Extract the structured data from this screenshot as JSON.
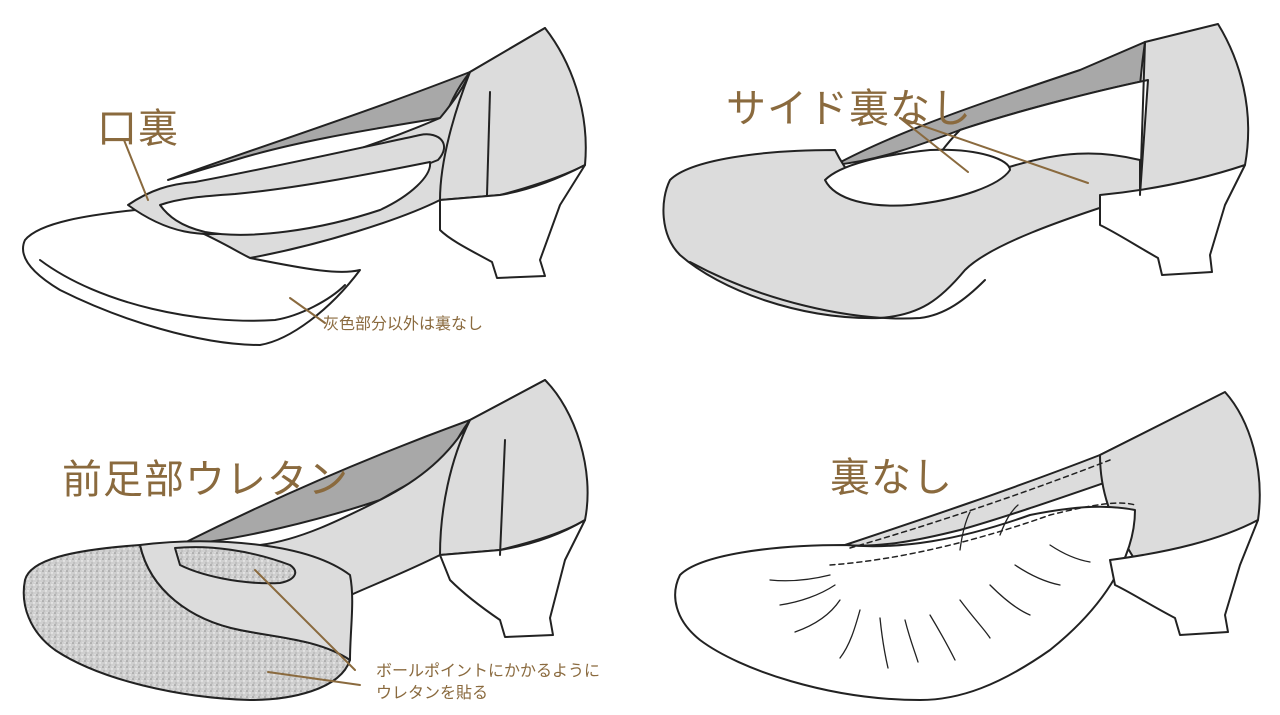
{
  "labels": {
    "guchiura": "口裏",
    "side_no_lining": "サイド裏なし",
    "gray_note": "灰色部分以外は裏なし",
    "forefoot_urethane": "前足部ウレタン",
    "no_lining": "裏なし",
    "ball_note_line1": "ボールポイントにかかるように",
    "ball_note_line2": "ウレタンを貼る"
  },
  "colors": {
    "label_text": "#8a6a3e",
    "leader_line": "#8a6a3e",
    "outline": "#222222",
    "gray_light": "#dcdcdc",
    "gray_dark": "#a8a8a8",
    "sponge": "#c8c8c8",
    "white": "#ffffff"
  }
}
